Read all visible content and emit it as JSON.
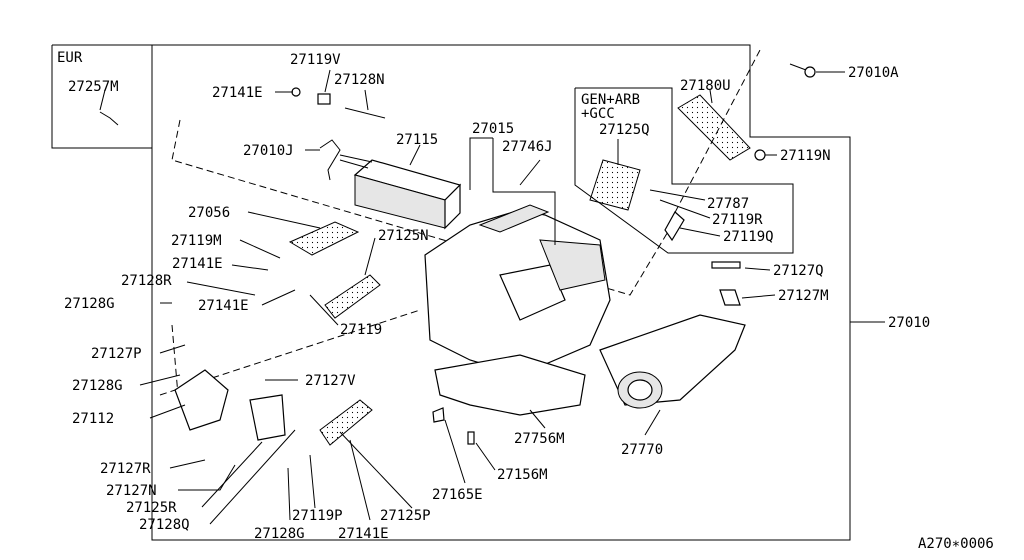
{
  "labels": {
    "eur": "EUR",
    "gen_arb_gcc_1": "GEN+ARB",
    "gen_arb_gcc_2": "+GCC",
    "figure_code": "A270∗0006"
  },
  "parts": {
    "p27010A": "27010A",
    "p27180U": "27180U",
    "p27119N": "27119N",
    "p27125Q": "27125Q",
    "p27787": "27787",
    "p27119R": "27119R",
    "p27119Q": "27119Q",
    "p27127Q": "27127Q",
    "p27127M": "27127M",
    "p27010": "27010",
    "p27770": "27770",
    "p27756M": "27756M",
    "p27156M": "27156M",
    "p27165E": "27165E",
    "p27015": "27015",
    "p27746J": "27746J",
    "p27115": "27115",
    "p27119V": "27119V",
    "p27128N": "27128N",
    "p27141E_top": "27141E",
    "p27010J": "27010J",
    "p27257M": "27257M",
    "p27056": "27056",
    "p27119M": "27119M",
    "p27141E_mid": "27141E",
    "p27128R": "27128R",
    "p27128G_left": "27128G",
    "p27141E_low": "27141E",
    "p27125N": "27125N",
    "p27119": "27119",
    "p27127P": "27127P",
    "p27128G_mid": "27128G",
    "p27112": "27112",
    "p27127V": "27127V",
    "p27127R": "27127R",
    "p27127N": "27127N",
    "p27125R": "27125R",
    "p27128Q": "27128Q",
    "p27128G_bot": "27128G",
    "p27119P": "27119P",
    "p27141E_bot": "27141E",
    "p27125P": "27125P"
  }
}
